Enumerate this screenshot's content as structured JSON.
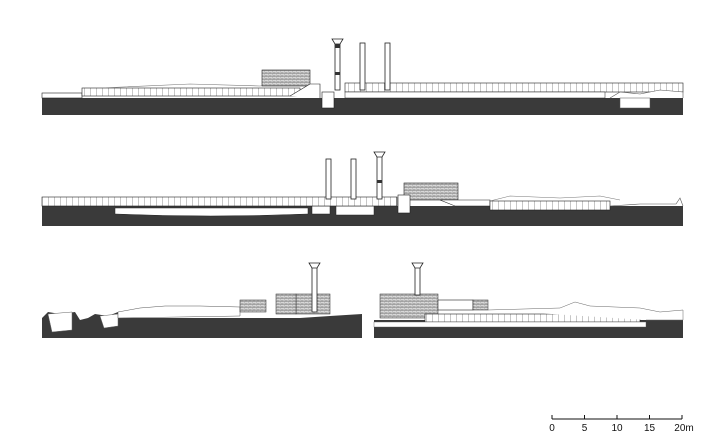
{
  "drawing": {
    "sections": [
      "section-1",
      "section-2",
      "section-3-left",
      "section-3-right"
    ]
  },
  "scale_bar": {
    "labels": [
      "0",
      "5",
      "10",
      "15",
      "20m"
    ],
    "values": [
      0,
      5,
      10,
      15,
      20
    ],
    "unit": "m"
  },
  "colors": {
    "ground": "#3a3a3a",
    "line": "#222222",
    "brick": "#9a9a9a"
  }
}
